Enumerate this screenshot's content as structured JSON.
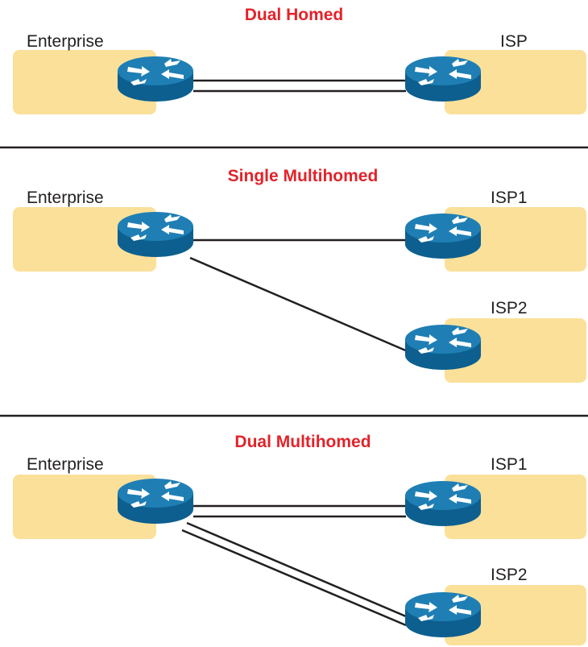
{
  "colors": {
    "title": "#e2232a",
    "area": "#fbe09a",
    "router_top": "#1f7fb4",
    "router_side": "#0d5f8f",
    "link": "#231f20",
    "divider": "#231f20"
  },
  "sections": [
    {
      "title": "Dual Homed",
      "enterprise_label": "Enterprise",
      "isp_labels": [
        "ISP"
      ]
    },
    {
      "title": "Single Multihomed",
      "enterprise_label": "Enterprise",
      "isp_labels": [
        "ISP1",
        "ISP2"
      ]
    },
    {
      "title": "Dual Multihomed",
      "enterprise_label": "Enterprise",
      "isp_labels": [
        "ISP1",
        "ISP2"
      ]
    }
  ],
  "icons": {
    "router": "router-icon"
  }
}
